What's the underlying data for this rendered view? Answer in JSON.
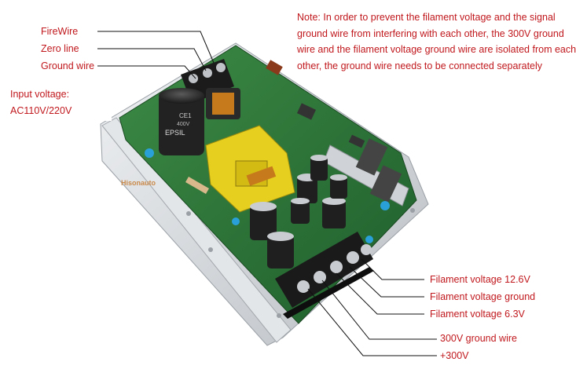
{
  "note": {
    "lines": [
      "Note: In order to prevent the filament voltage and the signal",
      "ground wire from interfering with each other, the 300V ground",
      "wire and the filament voltage ground wire are isolated from each",
      " other, the ground wire needs to be connected separately"
    ]
  },
  "left_labels": {
    "firewire": "FireWire",
    "zero_line": "Zero line",
    "ground_wire": "Ground wire",
    "input_voltage": "Input voltage:",
    "input_range": "AC110V/220V"
  },
  "right_labels": {
    "filament_12v6": "Filament voltage 12.6V",
    "filament_ground": "Filament voltage ground",
    "filament_6v3": "Filament voltage 6.3V",
    "ground_300v": "300V ground wire",
    "plus_300v": "+300V"
  },
  "component_markings": {
    "capacitor_brand": "EPSIL",
    "capacitor_top": "CE1",
    "capacitor_rating": "400V"
  },
  "watermark": "Hisonauto",
  "colors": {
    "label_red": "#c0181d",
    "pcb_green": "#2f7a3a",
    "transformer_yellow": "#e6cf1e",
    "chassis_silver": "#d8dbde"
  }
}
